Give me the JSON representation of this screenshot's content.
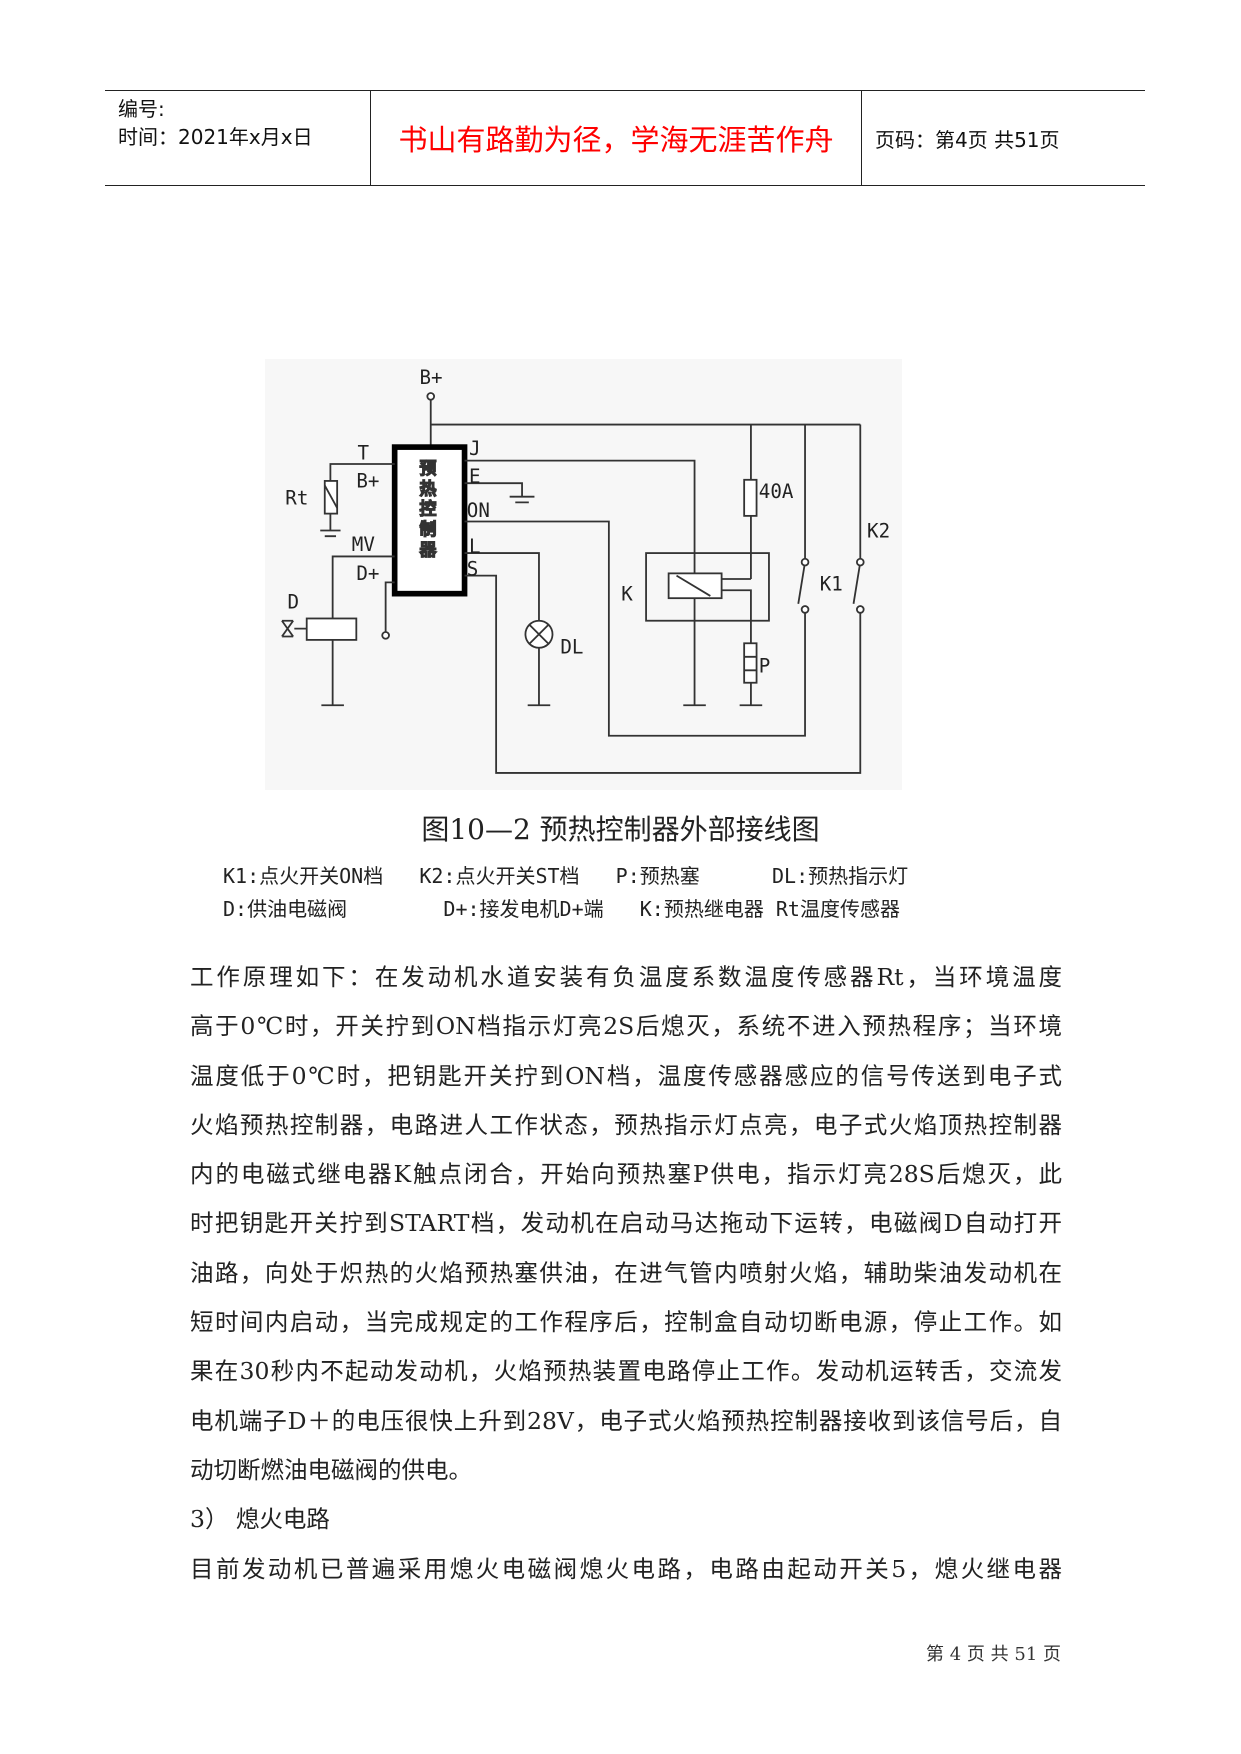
{
  "header": {
    "serial_label": "编号:",
    "date_label": "时间：2021年x月x日",
    "motto": "书山有路勤为径，学海无涯苦作舟",
    "page_info": "页码：第4页  共51页"
  },
  "diagram": {
    "controller_label": "预热控制器",
    "labels": {
      "bplus_top": "B+",
      "t": "T",
      "bplus": "B+",
      "rt": "Rt",
      "mv": "MV",
      "dplus": "D+",
      "d": "D",
      "j": "J",
      "e": "E",
      "on": "ON",
      "l": "L",
      "s": "S",
      "dl": "DL",
      "k": "K",
      "fuse": "40A",
      "p": "P",
      "k1": "K1",
      "k2": "K2"
    }
  },
  "caption": "图10—2   预热控制器外部接线图",
  "legend": [
    "K1:点火开关ON档   K2:点火开关ST档   P:预热塞      DL:预热指示灯",
    "D:供油电磁阀        D+:接发电机D+端   K:预热继电器 Rt温度传感器"
  ],
  "paragraph": [
    "  工作原理如下：在发动机水道安装有负温度系数温度传感器Rt，当环境温度",
    "高于0℃时，开关拧到ON档指示灯亮2S后熄灭，系统不进入预热程序；当环境",
    "温度低于0℃时，把钥匙开关拧到ON档，温度传感器感应的信号传送到电子式",
    "火焰预热控制器，电路进人工作状态，预热指示灯点亮，电子式火焰顶热控制器",
    "内的电磁式继电器K触点闭合，开始向预热塞P供电，指示灯亮28S后熄灭，此",
    "时把钥匙开关拧到START档，发动机在启动马达拖动下运转，电磁阀D自动打开",
    "油路，向处于炽热的火焰预热塞供油，在进气管内喷射火焰，辅助柴油发动机在",
    "短时间内启动，当完成规定的工作程序后，控制盒自动切断电源，停止工作。如",
    "果在30秒内不起动发动机，火焰预热装置电路停止工作。发动机运转舌，交流发",
    "电机端子D＋的电压很快上升到28V，电子式火焰预热控制器接收到该信号后，自",
    "动切断燃油电磁阀的供电。",
    "  3）  熄火电路",
    "  目前发动机已普遍采用熄火电磁阀熄火电路，电路由起动开关5，熄火继电器"
  ],
  "footer": "第 4 页 共 51 页"
}
